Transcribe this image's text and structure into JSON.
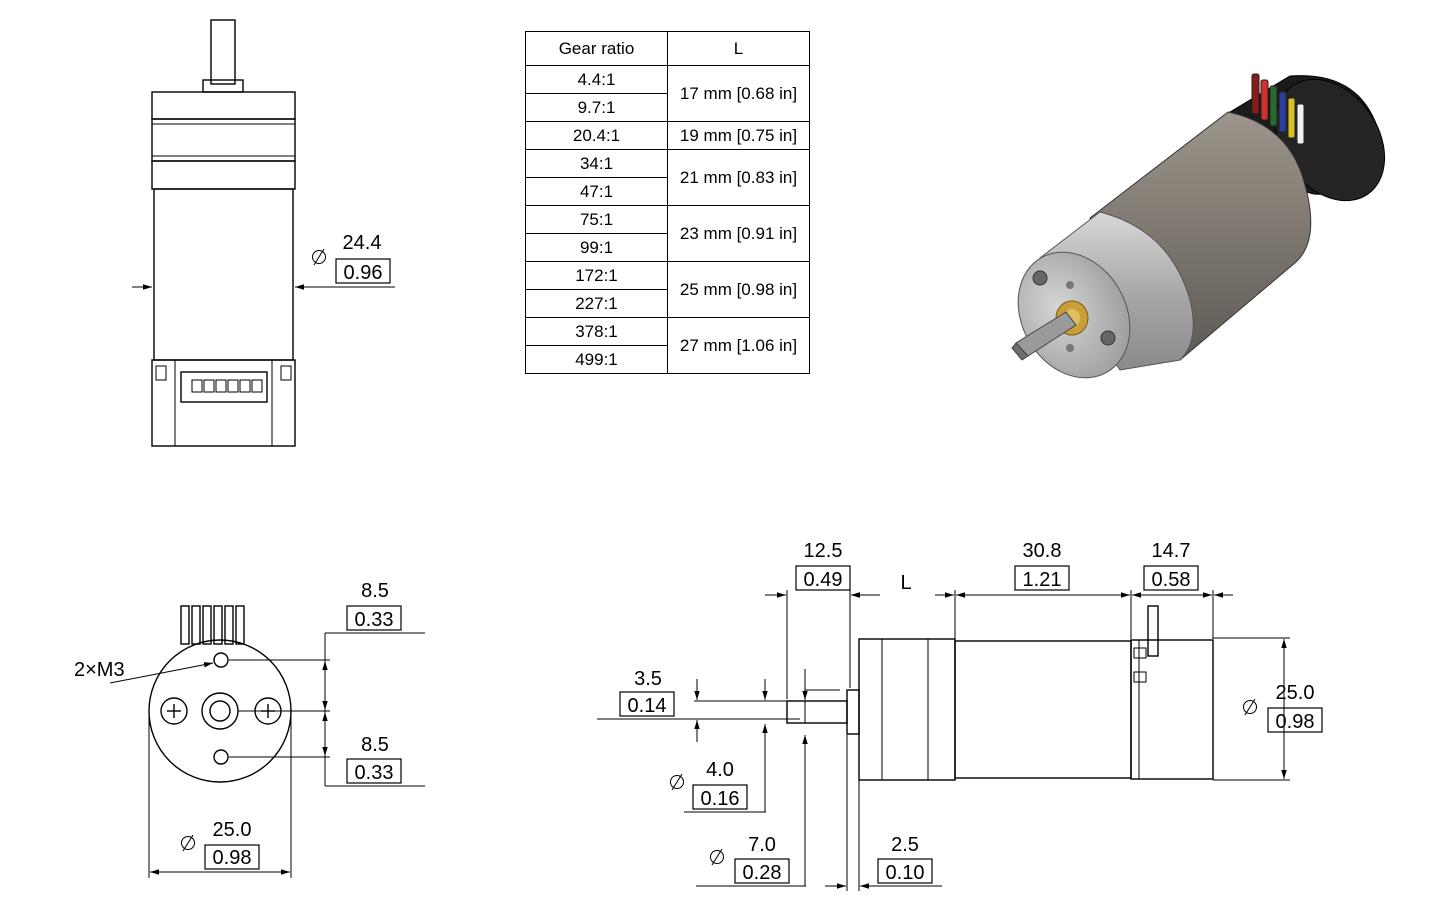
{
  "table": {
    "headers": [
      "Gear ratio",
      "L"
    ],
    "groups": [
      {
        "ratios": [
          "4.4:1",
          "9.7:1"
        ],
        "length": "17 mm [0.68 in]"
      },
      {
        "ratios": [
          "20.4:1"
        ],
        "length": "19 mm [0.75 in]"
      },
      {
        "ratios": [
          "34:1",
          "47:1"
        ],
        "length": "21 mm [0.83 in]"
      },
      {
        "ratios": [
          "75:1",
          "99:1"
        ],
        "length": "23 mm [0.91 in]"
      },
      {
        "ratios": [
          "172:1",
          "227:1"
        ],
        "length": "25 mm [0.98 in]"
      },
      {
        "ratios": [
          "378:1",
          "499:1"
        ],
        "length": "27 mm [1.06 in]"
      }
    ]
  },
  "top_view": {
    "diameter_mm": "24.4",
    "diameter_in": "0.96"
  },
  "end_view": {
    "screw_label": "2×M3",
    "upper_offset_mm": "8.5",
    "upper_offset_in": "0.33",
    "lower_offset_mm": "8.5",
    "lower_offset_in": "0.33",
    "diameter_mm": "25.0",
    "diameter_in": "0.98"
  },
  "side_view": {
    "shaft_length_mm": "12.5",
    "shaft_length_in": "0.49",
    "gearbox_label": "L",
    "motor_length_mm": "30.8",
    "motor_length_in": "1.21",
    "encoder_length_mm": "14.7",
    "encoder_length_in": "0.58",
    "flat_mm": "3.5",
    "flat_in": "0.14",
    "shaft_dia_mm": "4.0",
    "shaft_dia_in": "0.16",
    "boss_dia_mm": "7.0",
    "boss_dia_in": "0.28",
    "boss_len_mm": "2.5",
    "boss_len_in": "0.10",
    "body_dia_mm": "25.0",
    "body_dia_in": "0.98"
  },
  "colors": {
    "wire_colors": [
      "#8b1a1a",
      "#d43030",
      "#2a6a2a",
      "#2a3fa0",
      "#d9c020",
      "#f0f0f0"
    ]
  }
}
